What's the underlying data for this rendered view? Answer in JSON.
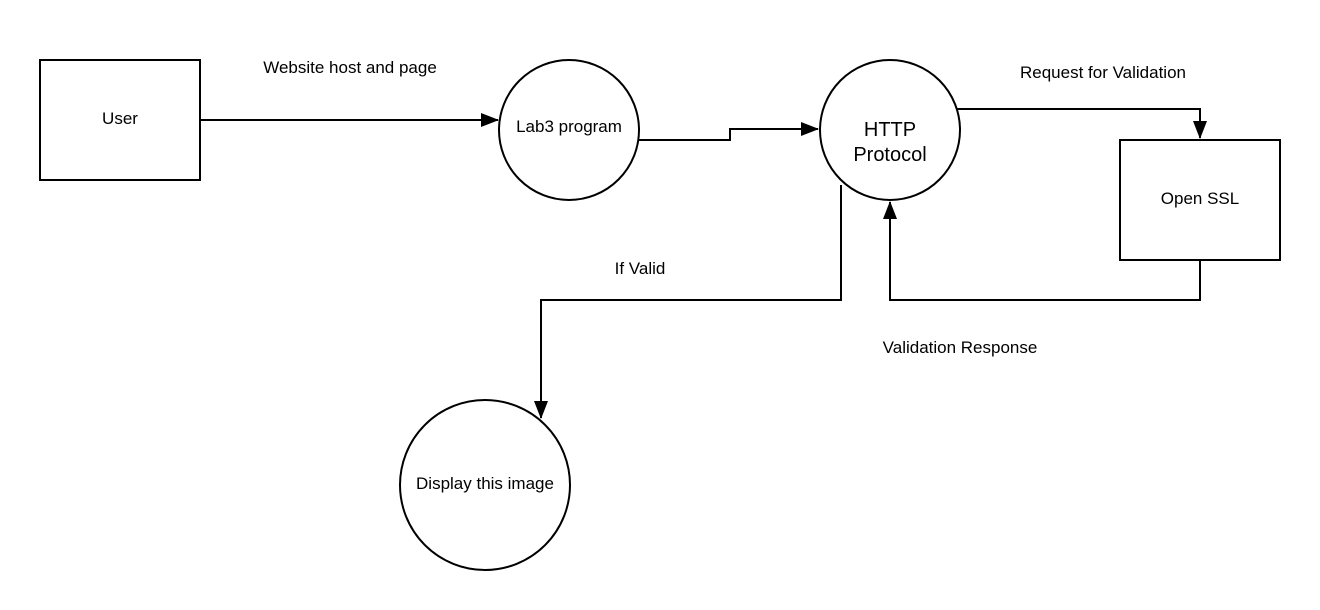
{
  "diagram": {
    "nodes": {
      "user": {
        "label": "User",
        "shape": "rectangle"
      },
      "lab3": {
        "label": "Lab3 program",
        "shape": "circle"
      },
      "http": {
        "label_line1": "HTTP",
        "label_line2": "Protocol",
        "shape": "circle"
      },
      "openssl": {
        "label": "Open SSL",
        "shape": "rectangle"
      },
      "display": {
        "label": "Display this image",
        "shape": "circle"
      }
    },
    "edges": {
      "user_to_lab3": {
        "label": "Website host and page",
        "from": "User",
        "to": "Lab3 program"
      },
      "lab3_to_http": {
        "label": "",
        "from": "Lab3 program",
        "to": "HTTP Protocol"
      },
      "http_to_openssl": {
        "label": "Request for Validation",
        "from": "HTTP Protocol",
        "to": "Open SSL"
      },
      "openssl_to_http": {
        "label": "Validation Response",
        "from": "Open SSL",
        "to": "HTTP Protocol"
      },
      "http_to_display": {
        "label": "If Valid",
        "from": "HTTP Protocol",
        "to": "Display this image"
      }
    },
    "colors": {
      "stroke": "#000000",
      "fill": "#ffffff",
      "text": "#000000"
    }
  }
}
